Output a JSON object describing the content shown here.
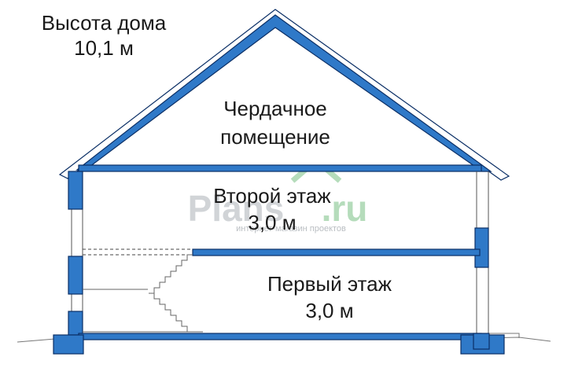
{
  "house_height": {
    "label": "Высота дома",
    "value": "10,1 м"
  },
  "attic": {
    "line1": "Чердачное",
    "line2": "помещение"
  },
  "second_floor": {
    "label": "Второй этаж",
    "height": "3,0 м"
  },
  "first_floor": {
    "label": "Первый этаж",
    "height": "3,0 м"
  },
  "watermark": {
    "brand_main": "Plans",
    "brand_suffix": ".ru",
    "tagline": "интернет-магазин проектов"
  },
  "colors": {
    "structure_fill": "#2f79c8",
    "structure_stroke": "#0b2f66",
    "watermark_grey": "#c2c7cc",
    "watermark_green": "#a9d7b0",
    "text": "#1a1a1a"
  }
}
